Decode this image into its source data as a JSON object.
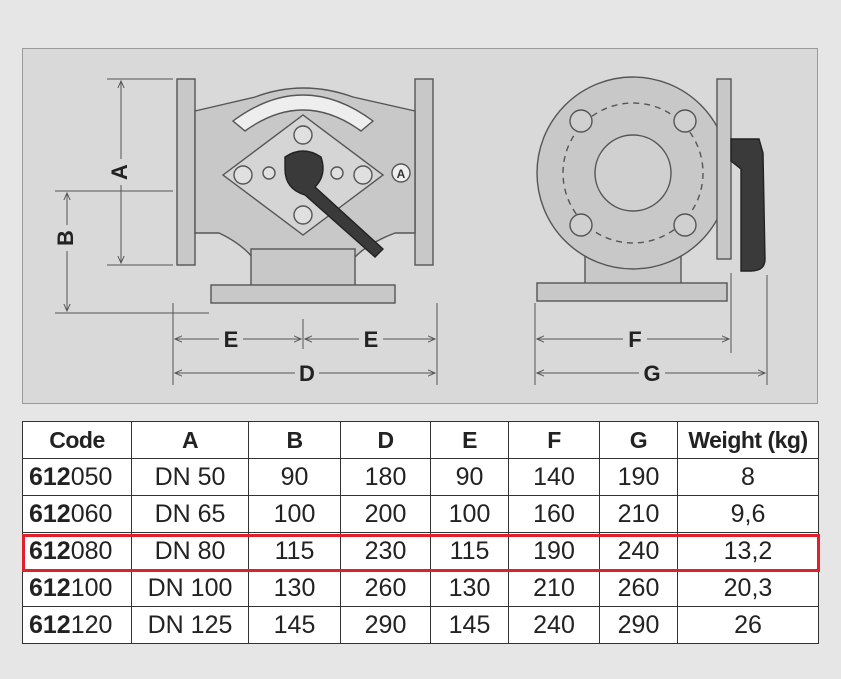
{
  "drawing": {
    "dimension_labels": {
      "a": "A",
      "b": "B",
      "e_left": "E",
      "e_right": "E",
      "d": "D",
      "f": "F",
      "g": "G",
      "port_marker": "A"
    }
  },
  "table": {
    "headers": [
      "Code",
      "A",
      "B",
      "D",
      "E",
      "F",
      "G",
      "Weight (kg)"
    ],
    "rows": [
      {
        "code_prefix": "612",
        "code_suffix": "050",
        "a": "DN 50",
        "b": "90",
        "d": "180",
        "e": "90",
        "f": "140",
        "g": "190",
        "weight": "8"
      },
      {
        "code_prefix": "612",
        "code_suffix": "060",
        "a": "DN 65",
        "b": "100",
        "d": "200",
        "e": "100",
        "f": "160",
        "g": "210",
        "weight": "9,6"
      },
      {
        "code_prefix": "612",
        "code_suffix": "080",
        "a": "DN 80",
        "b": "115",
        "d": "230",
        "e": "115",
        "f": "190",
        "g": "240",
        "weight": "13,2"
      },
      {
        "code_prefix": "612",
        "code_suffix": "100",
        "a": "DN 100",
        "b": "130",
        "d": "260",
        "e": "130",
        "f": "210",
        "g": "260",
        "weight": "20,3"
      },
      {
        "code_prefix": "612",
        "code_suffix": "120",
        "a": "DN 125",
        "b": "145",
        "d": "290",
        "e": "145",
        "f": "240",
        "g": "290",
        "weight": "26"
      }
    ],
    "highlighted_row_index": 2
  },
  "colors": {
    "highlight": "#e0202a",
    "panel": "#d9d9d9",
    "valve_body": "#c8c8c8",
    "handle": "#3a3a3a"
  }
}
